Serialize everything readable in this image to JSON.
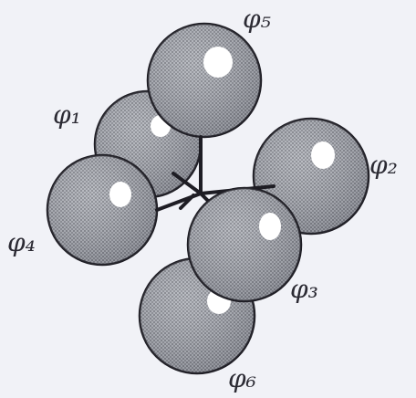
{
  "diagram": {
    "labels": {
      "phi1": "φ₁",
      "phi2": "φ₂",
      "phi3": "φ₃",
      "phi4": "φ₄",
      "phi5": "φ₅",
      "phi6": "φ₆"
    },
    "colors": {
      "background": "#f1f2f7",
      "sphere_fill": "#9ea1a8",
      "sphere_outline": "#1e1d24",
      "highlight": "#ffffff",
      "bond": "#1e1d24",
      "ink": "#2b2a33"
    }
  }
}
